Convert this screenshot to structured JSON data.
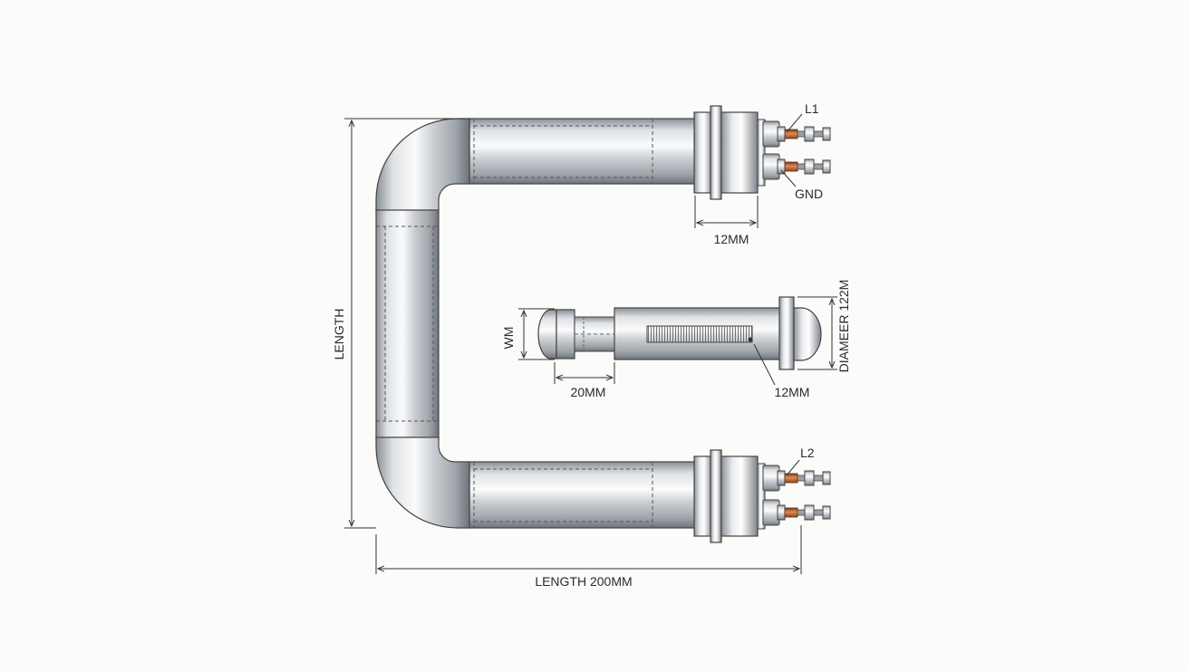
{
  "diagram": {
    "labels": {
      "l1": "L1",
      "gnd": "GND",
      "l2": "L2",
      "top_terminal_width": "12MM",
      "left_length": "LENGTH",
      "bottom_length": "LENGTH 200MM",
      "sheath_width": "WM",
      "thread_length": "20MM",
      "coil_length": "12MM",
      "diameter": "DIAMEER 122M"
    },
    "colors": {
      "line": "#333333",
      "steel_dark": "#7d8288",
      "steel_light": "#f4f5f6",
      "copper": "#b8643a"
    }
  }
}
